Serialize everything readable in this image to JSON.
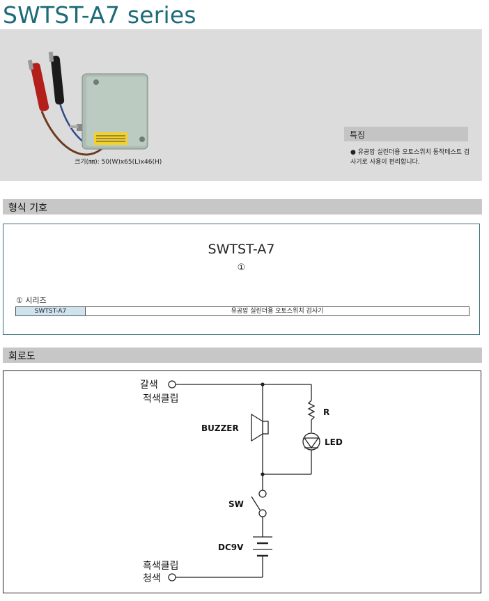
{
  "header": {
    "title": "SWTST-A7 series"
  },
  "product": {
    "size_caption": "크기(㎜): 50(W)x65(L)x46(H)",
    "feature_title": "특징",
    "feature_text": "● 유공압 실린더용 오토스위치 동작테스트 검사기로 사용이 편리합니다."
  },
  "model_section": {
    "heading": "형식 기호",
    "model_code": "SWTST-A7",
    "marker": "①",
    "series_label": "① 시리즈",
    "table": {
      "code": "SWTST-A7",
      "description": "유공압 실린더용 오토스위치 검사기"
    }
  },
  "circuit_section": {
    "heading": "회로도",
    "labels": {
      "brown": "갈색",
      "red_clip": "적색클립",
      "black_clip": "흑색클립",
      "blue": "청색",
      "buzzer": "BUZZER",
      "resistor": "R",
      "led": "LED",
      "switch": "SW",
      "battery": "DC9V"
    }
  },
  "colors": {
    "title": "#1d6a78",
    "panel_bg": "#dcdcdc",
    "section_bar": "#c7c7c7",
    "table_code_bg": "#cfe3ee"
  }
}
